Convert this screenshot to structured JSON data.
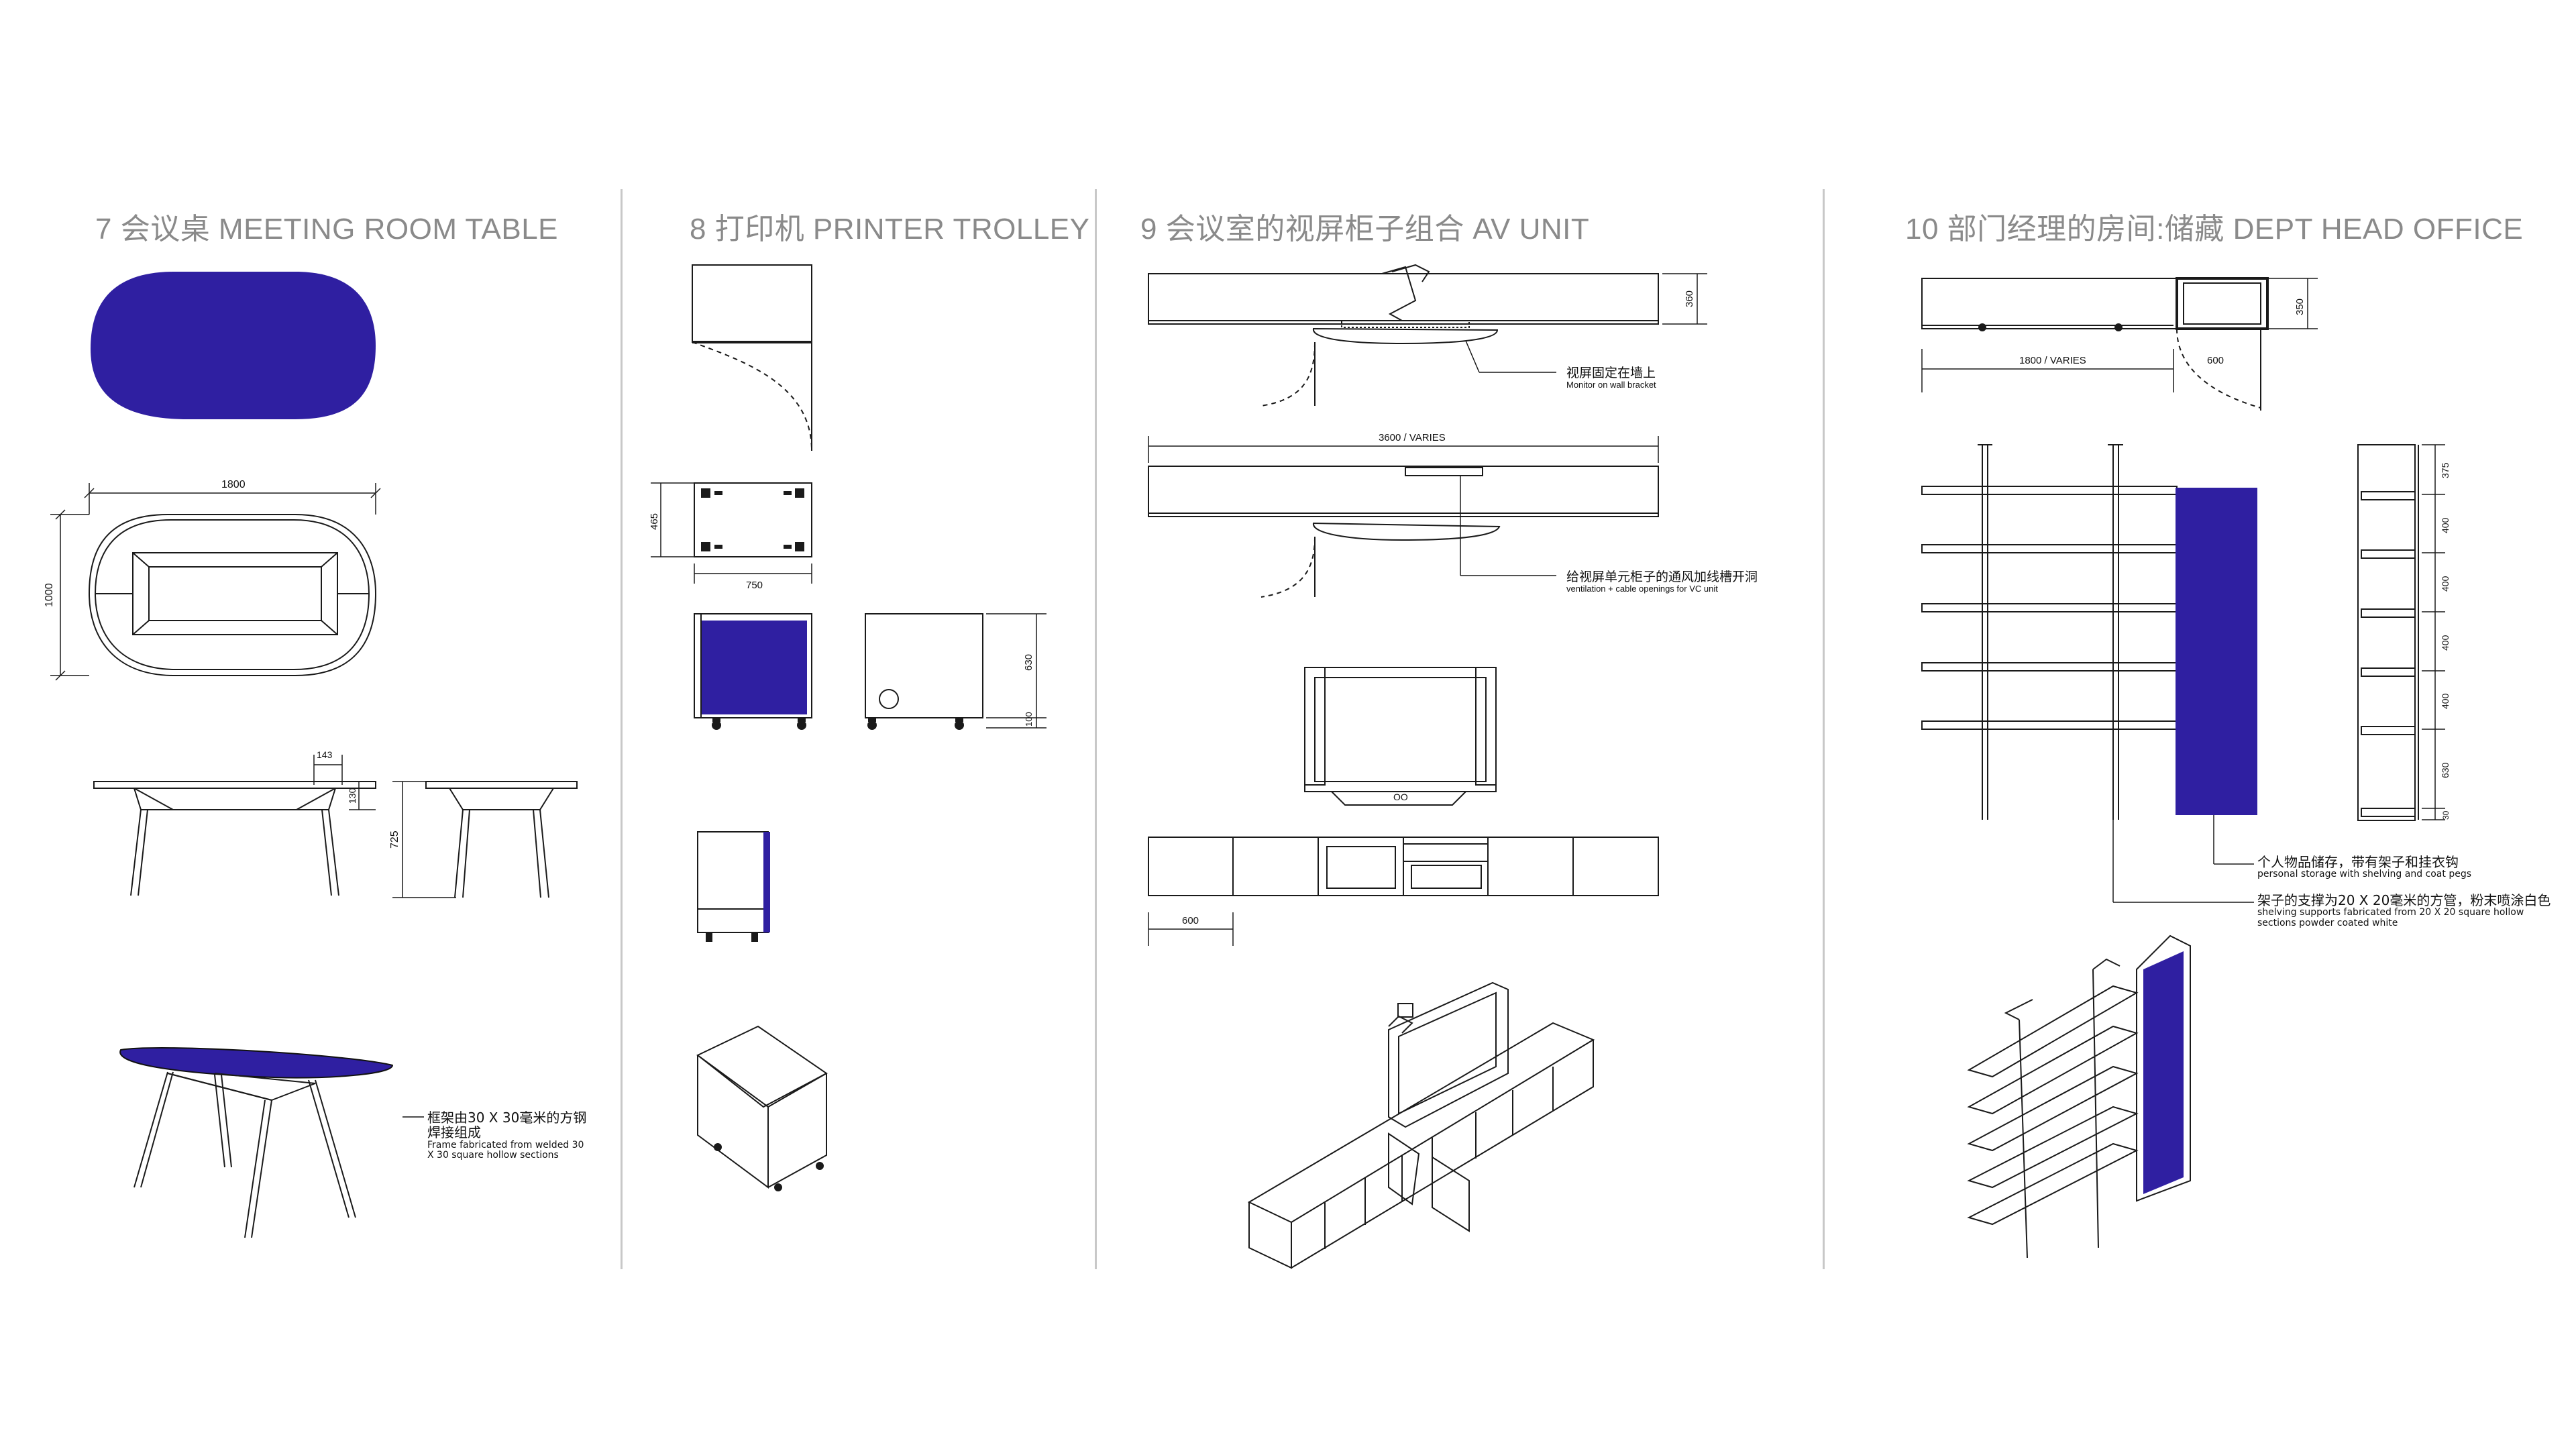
{
  "colors": {
    "accent": "#2f1fa1",
    "line": "#1a1a1a",
    "title": "#8a8a8a",
    "divider": "#c8c8c8"
  },
  "sections": [
    {
      "title": "7  会议桌 MEETING ROOM TABLE",
      "dims": {
        "width": "1800",
        "depth": "1000",
        "top_d": "143",
        "top_h": "130",
        "height": "725"
      },
      "note": {
        "zh": "框架由30 X 30毫米的方钢焊接组成",
        "en": "Frame fabricated from welded 30 X 30 square hollow sections"
      }
    },
    {
      "title": "8 打印机 PRINTER TROLLEY",
      "dims": {
        "depth": "465",
        "width": "750",
        "height": "630",
        "wheel": "100"
      }
    },
    {
      "title": "9 会议室的视屏柜子组合  AV UNIT",
      "dims": {
        "height": "360",
        "length": "3600 / VARIES",
        "module": "600"
      },
      "notes": [
        {
          "zh": "视屏固定在墙上",
          "en": "Monitor on wall bracket"
        },
        {
          "zh": "给视屏单元柜子的通风加线槽开洞",
          "en": "ventilation + cable openings for VC unit"
        }
      ],
      "logo": "OO"
    },
    {
      "title": "10 部门经理的房间:储藏 DEPT HEAD OFFICE",
      "dims": {
        "height": "350",
        "length": "1800 / VARIES",
        "depth": "600",
        "shelf_spacing": [
          "375",
          "400",
          "400",
          "400",
          "400",
          "630",
          "30"
        ]
      },
      "notes": [
        {
          "zh": "个人物品储存，带有架子和挂衣钩",
          "en": "personal storage with shelving and coat pegs"
        },
        {
          "zh": "架子的支撑为20 X 20毫米的方管，粉末喷涂白色",
          "en": "shelving supports fabricated from 20 X 20 square hollow sections powder coated white"
        }
      ]
    }
  ]
}
